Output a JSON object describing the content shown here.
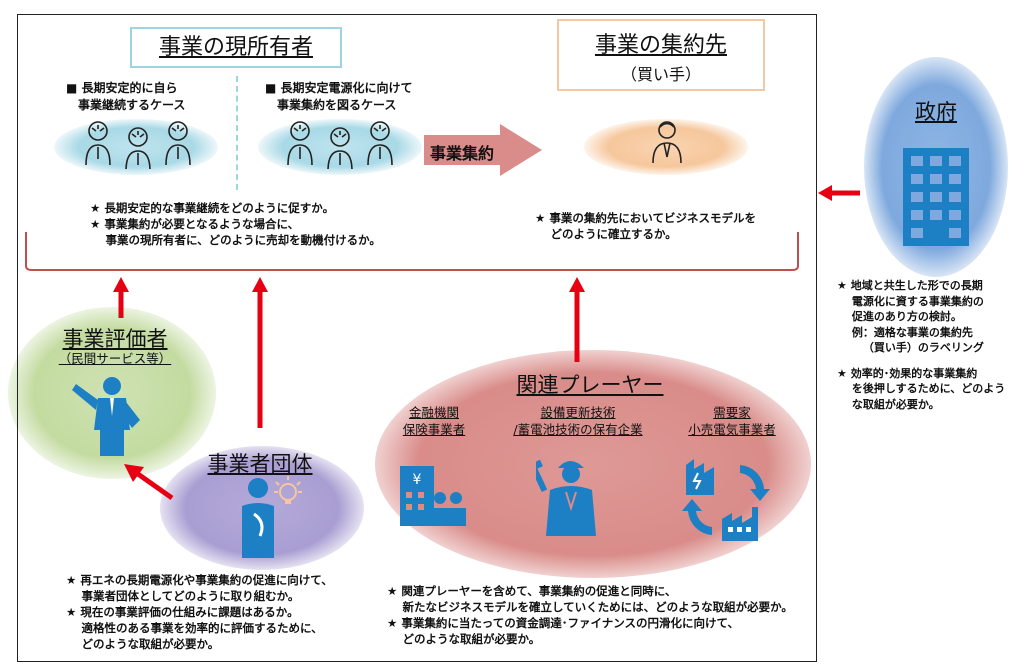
{
  "owner": {
    "title": "事業の現所有者",
    "case1": [
      "■ 長期安定的に自ら",
      "　事業継続するケース"
    ],
    "case2": [
      "■ 長期安定電源化に向けて",
      "　事業集約を図るケース"
    ],
    "notes": [
      "★ 長期安定的な事業継続をどのように促すか。",
      "★ 事業集約が必要となるような場合に、",
      "　 事業の現所有者に、どのように売却を動機付けるか。"
    ]
  },
  "consolidation_label": "事業集約",
  "buyer": {
    "title": "事業の集約先",
    "subtitle": "（買い手）",
    "notes": [
      "★ 事業の集約先においてビジネスモデルを",
      "　 どのように確立するか。"
    ]
  },
  "government": {
    "title": "政府",
    "notes": [
      "★ 地域と共生した形での長期",
      "　 電源化に資する事業集約の",
      "　 促進のあり方の検討。",
      "　 例：適格な事業の集約先",
      "　　 （買い手）のラベリング",
      "",
      "★ 効率的･効果的な事業集約",
      "　 を後押しするために、どのよう",
      "　 な取組が必要か。"
    ]
  },
  "evaluator": {
    "title": "事業評価者",
    "subtitle": "（民間サービス等）"
  },
  "association": {
    "title": "事業者団体",
    "notes": [
      "★ 再エネの長期電源化や事業集約の促進に向けて、",
      "　 事業者団体としてどのように取り組むか。",
      "★ 現在の事業評価の仕組みに課題はあるか。",
      "　 適格性のある事業を効率的に評価するために、",
      "　 どのような取組が必要か。"
    ]
  },
  "players": {
    "title": "関連プレーヤー",
    "groups": [
      {
        "line1": "金融機関",
        "line2": "保険事業者"
      },
      {
        "line1": "設備更新技術",
        "line2": "/蓄電池技術の保有企業"
      },
      {
        "line1": "需要家",
        "line2": "小売電気事業者"
      }
    ],
    "notes": [
      "★ 関連プレーヤーを含めて、事業集約の促進と同時に、",
      "　 新たなビジネスモデルを確立していくためには、どのような取組が必要か。",
      "★ 事業集約に当たっての資金調達･ファイナンスの円滑化に向けて、",
      "　 どのような取組が必要か。"
    ]
  },
  "colors": {
    "teal": "#a8d9e6",
    "peach": "#f6c79c",
    "blue": "#7fa9de",
    "green": "#c3dba0",
    "purple": "#a99ed2",
    "rose": "#d98c89",
    "arrow": "#e60012",
    "bracket": "#c0504d",
    "icon": "#1d7fc4"
  },
  "icons": [
    "person-icon",
    "businessman-icon",
    "building-icon",
    "presenter-icon",
    "idea-person-icon",
    "bank-people-icon",
    "engineer-icon",
    "factory-cycle-icon"
  ]
}
